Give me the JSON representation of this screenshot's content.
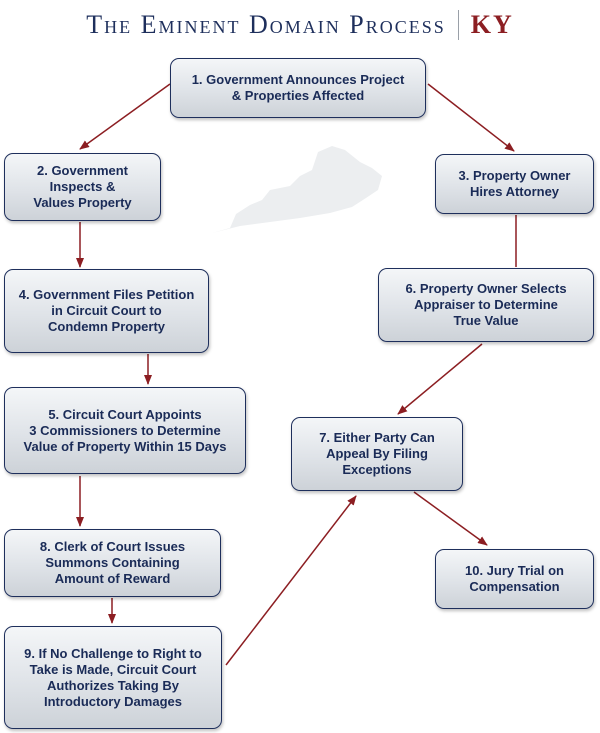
{
  "header": {
    "title": "The Eminent Domain Process",
    "state": "KY"
  },
  "colors": {
    "title": "#1e2f5c",
    "state": "#8c1e22",
    "box_border": "#1e2f5c",
    "arrow": "#8c1e22",
    "map": "#eceef0"
  },
  "steps": [
    {
      "id": "s1",
      "label": "1. Government Announces Project\n& Properties Affected"
    },
    {
      "id": "s2",
      "label": "2. Government\nInspects &\nValues Property"
    },
    {
      "id": "s3",
      "label": "3. Property Owner\nHires Attorney"
    },
    {
      "id": "s4",
      "label": "4. Government Files Petition\nin Circuit Court to\nCondemn Property"
    },
    {
      "id": "s5",
      "label": "5. Circuit Court Appoints\n3 Commissioners to Determine\nValue of Property Within 15 Days"
    },
    {
      "id": "s6",
      "label": "6. Property Owner Selects\nAppraiser to Determine\nTrue Value"
    },
    {
      "id": "s7",
      "label": "7. Either Party Can\nAppeal By Filing\nExceptions"
    },
    {
      "id": "s8",
      "label": "8. Clerk of Court Issues\nSummons Containing\nAmount of Reward"
    },
    {
      "id": "s9",
      "label": "9. If No Challenge to Right to\nTake is Made, Circuit Court\nAuthorizes Taking By\nIntroductory Damages"
    },
    {
      "id": "s10",
      "label": "10. Jury Trial on\nCompensation"
    }
  ],
  "map_icon": "kentucky-state-silhouette"
}
